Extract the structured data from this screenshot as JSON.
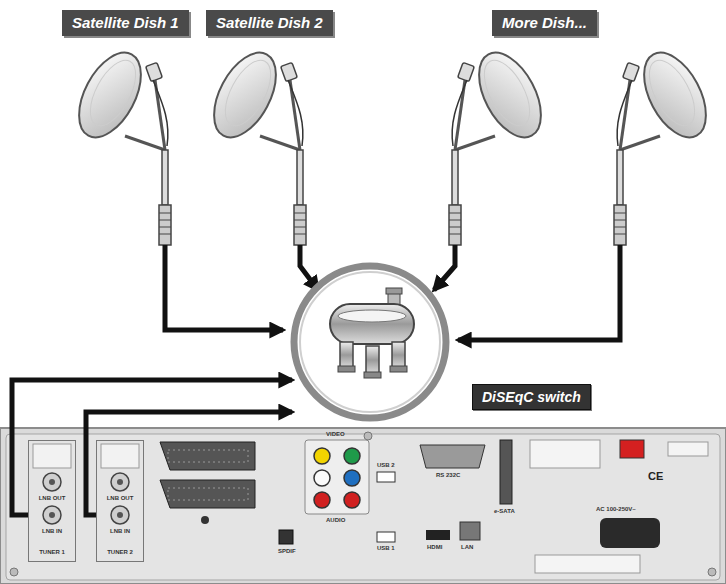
{
  "diagram": {
    "nodes": [
      {
        "text": [
          "Satellite Dish 1"
        ]
      },
      {
        "text": [
          "Satellite Dish 2"
        ]
      },
      {
        "text": [
          "More Dish..."
        ]
      },
      {
        "text": [
          "DiSEqC switch"
        ]
      },
      {
        "text": [
          "LNB OUT",
          "LNB IN",
          "TUNER 1"
        ]
      },
      {
        "text": [
          "LNB OUT",
          "LNB IN",
          "TUNER 2"
        ]
      }
    ],
    "edges": [
      {
        "from": 4,
        "to": 3,
        "arrow": "to"
      },
      {
        "from": 5,
        "to": 3,
        "arrow": "to"
      }
    ],
    "labels": [
      "VIDEO",
      "AUDIO",
      "USB 2",
      "USB 1",
      "RS 232C",
      "HDMI",
      "LAN",
      "e-SATA",
      "SPDIF",
      "AC 100-250V~",
      "CE"
    ]
  }
}
